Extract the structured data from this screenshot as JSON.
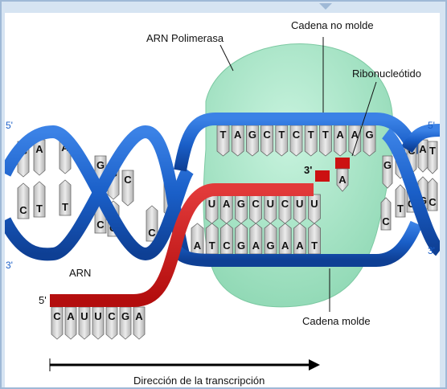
{
  "labels": {
    "polimerasa": "ARN Polimerasa",
    "cadena_no_molde": "Cadena no molde",
    "ribonucleotido": "Ribonucleótido",
    "arn": "ARN",
    "cadena_molde": "Cadena molde",
    "direccion": "Dirección de la transcripción"
  },
  "primes": {
    "left_top": "5'",
    "left_bottom": "3'",
    "right_top": "5'",
    "right_bottom": "3'",
    "rna_3": "3'",
    "rna_5": "5'"
  },
  "bases": {
    "non_template_open": [
      "T",
      "A",
      "G",
      "C",
      "T",
      "C",
      "T",
      "T",
      "A",
      "A",
      "G"
    ],
    "template_open": [
      "A",
      "T",
      "C",
      "G",
      "A",
      "G",
      "A",
      "A",
      "T"
    ],
    "rna_paired": [
      "U",
      "A",
      "G",
      "C",
      "U",
      "C",
      "U",
      "U"
    ],
    "rna_tail": [
      "C",
      "A",
      "U",
      "U",
      "C",
      "G",
      "A"
    ],
    "free_nucleotide": "A",
    "helix_left": [
      "G",
      "C",
      "A",
      "T",
      "A",
      "T",
      "G",
      "C",
      "G",
      "G",
      "C",
      "C",
      "A"
    ],
    "helix_right": [
      "C",
      "G",
      "A",
      "T",
      "C",
      "G",
      "A",
      "G",
      "T",
      "C"
    ]
  },
  "colors": {
    "dna_strand": "#1a5fc8",
    "rna_strand": "#cc1111",
    "polymerase": "#a8e6c8",
    "base_fill": "#d2d2d2",
    "frame": "#d6e4f2"
  }
}
